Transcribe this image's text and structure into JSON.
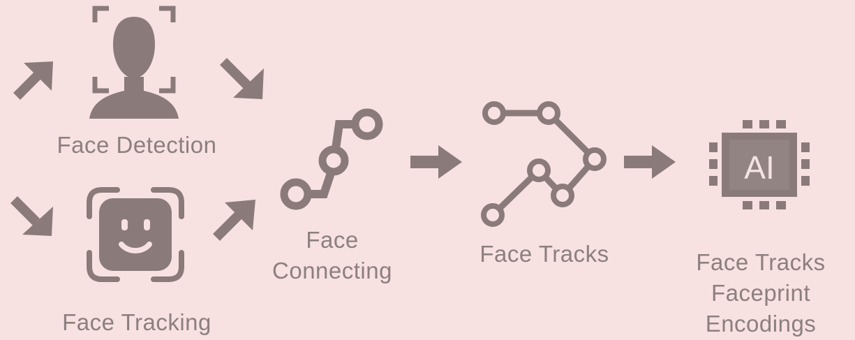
{
  "diagram": {
    "nodes": {
      "face_detection": {
        "label": "Face Detection",
        "icon": "person-detection-icon"
      },
      "face_tracking": {
        "label": "Face Tracking",
        "icon": "face-id-icon"
      },
      "face_connecting": {
        "label_lines": [
          "Face",
          "Connecting"
        ],
        "icon": "node-path-icon"
      },
      "face_tracks": {
        "label": "Face Tracks",
        "icon": "track-graph-icon"
      },
      "faceprint": {
        "label_lines": [
          "Face Tracks",
          "Faceprint",
          "Encodings"
        ],
        "icon": "ai-chip-icon",
        "chip_text": "AI"
      }
    },
    "edges": [
      {
        "from": "input",
        "to": "face_detection"
      },
      {
        "from": "input",
        "to": "face_tracking"
      },
      {
        "from": "face_detection",
        "to": "face_connecting"
      },
      {
        "from": "face_tracking",
        "to": "face_connecting"
      },
      {
        "from": "face_connecting",
        "to": "face_tracks"
      },
      {
        "from": "face_tracks",
        "to": "faceprint"
      }
    ]
  },
  "colors": {
    "background": "#f8e1e1",
    "icon": "#8a7a7a",
    "label": "#8c7f7f"
  }
}
